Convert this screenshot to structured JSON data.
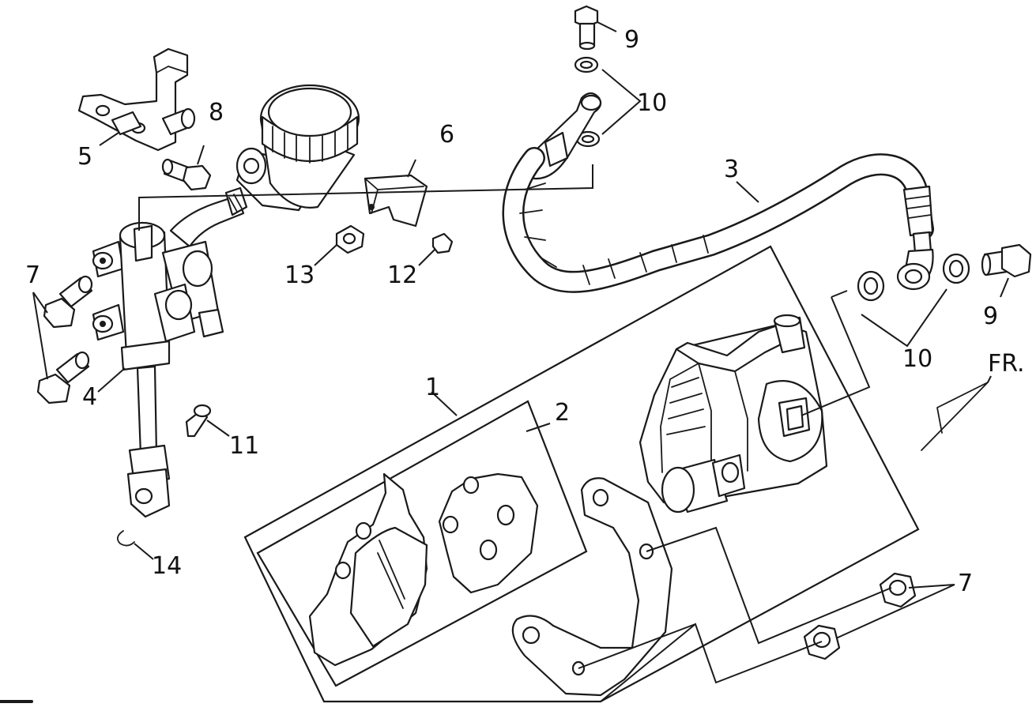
{
  "callouts": {
    "c1": "1",
    "c2": "2",
    "c3": "3",
    "c4": "4",
    "c5": "5",
    "c6": "6",
    "c7_left": "7",
    "c7_right": "7",
    "c8": "8",
    "c9_top": "9",
    "c9_right": "9",
    "c10_top": "10",
    "c10_right": "10",
    "c11": "11",
    "c12": "12",
    "c13": "13",
    "c14": "14"
  },
  "direction_label": "FR."
}
